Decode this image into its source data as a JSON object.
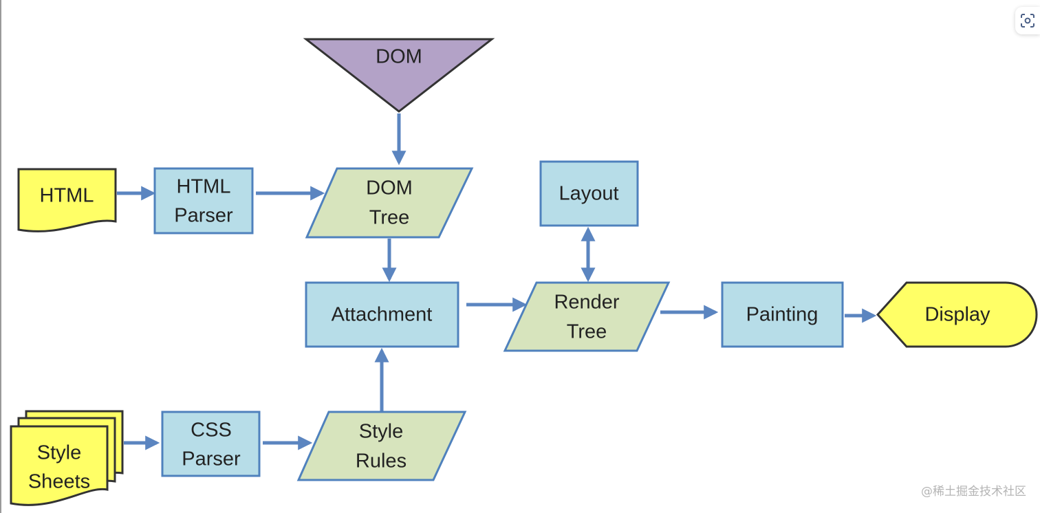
{
  "diagram": {
    "nodes": {
      "dom": {
        "lines": [
          "DOM"
        ]
      },
      "html": {
        "lines": [
          "HTML"
        ]
      },
      "html_parser": {
        "lines": [
          "HTML",
          "Parser"
        ]
      },
      "dom_tree": {
        "lines": [
          "DOM",
          "Tree"
        ]
      },
      "layout": {
        "lines": [
          "Layout"
        ]
      },
      "attachment": {
        "lines": [
          "Attachment"
        ]
      },
      "render_tree": {
        "lines": [
          "Render",
          "Tree"
        ]
      },
      "painting": {
        "lines": [
          "Painting"
        ]
      },
      "display": {
        "lines": [
          "Display"
        ]
      },
      "style_sheets": {
        "lines": [
          "Style",
          "Sheets"
        ]
      },
      "css_parser": {
        "lines": [
          "CSS",
          "Parser"
        ]
      },
      "style_rules": {
        "lines": [
          "Style",
          "Rules"
        ]
      }
    },
    "edges": [
      {
        "from": "dom",
        "to": "dom_tree"
      },
      {
        "from": "html",
        "to": "html_parser"
      },
      {
        "from": "html_parser",
        "to": "dom_tree"
      },
      {
        "from": "dom_tree",
        "to": "attachment"
      },
      {
        "from": "style_sheets",
        "to": "css_parser"
      },
      {
        "from": "css_parser",
        "to": "style_rules"
      },
      {
        "from": "style_rules",
        "to": "attachment"
      },
      {
        "from": "attachment",
        "to": "render_tree"
      },
      {
        "from": "render_tree",
        "to": "layout",
        "bidirectional": true
      },
      {
        "from": "render_tree",
        "to": "painting"
      },
      {
        "from": "painting",
        "to": "display"
      }
    ],
    "colors": {
      "process_box": "#b7dde8",
      "process_border": "#4f81bd",
      "data_box": "#d7e4bd",
      "data_border": "#4f81bd",
      "document": "#ffff66",
      "dom_triangle": "#b3a2c7",
      "arrow": "#5b85c0",
      "shape_outline": "#333333"
    }
  },
  "watermark": "@稀土掘金技术社区",
  "scan_icon": "scan-icon"
}
